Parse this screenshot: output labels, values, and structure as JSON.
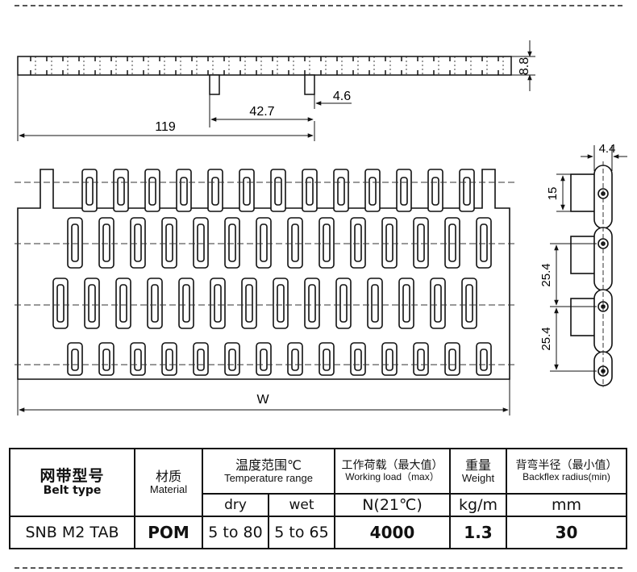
{
  "drawing": {
    "dimensions": {
      "thickness": "8.8",
      "tab_width": "4.6",
      "tab_spacing": "42.7",
      "tab_offset": "119",
      "belt_width": "W",
      "side_thickness": "4.4",
      "side_height": "15",
      "pitch_1": "25.4",
      "pitch_2": "25.4"
    }
  },
  "table": {
    "headers": {
      "belt_type_zh": "网带型号",
      "belt_type_en": "Belt type",
      "material_zh": "材质",
      "material_en": "Material",
      "temperature_zh": "温度范围℃",
      "temperature_en": "Temperature range",
      "load_zh": "工作荷载（最大值）",
      "load_en": "Working load（max）",
      "weight_zh": "重量",
      "weight_en": "Weight",
      "backflex_zh": "背弯半径（最小值）",
      "backflex_en": "Backflex radius(min)"
    },
    "subheaders": {
      "dry": "dry",
      "wet": "wet",
      "load_unit": "N(21℃)",
      "weight_unit": "kg/m",
      "backflex_unit": "mm"
    },
    "row": {
      "belt_type": "SNB M2 TAB",
      "material": "POM",
      "dry": "5 to 80",
      "wet": "5 to 65",
      "load": "4000",
      "weight": "1.3",
      "backflex": "30"
    }
  }
}
